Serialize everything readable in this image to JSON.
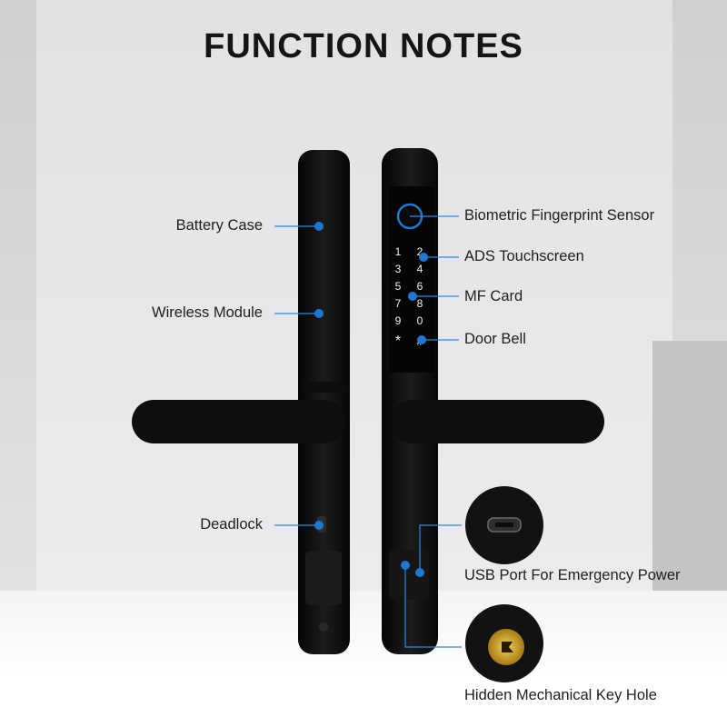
{
  "title": "FUNCTION NOTES",
  "colors": {
    "accent": "#1f77d4",
    "body": "#111111"
  },
  "left_labels": {
    "battery_case": "Battery Case",
    "wireless_module": "Wireless Module",
    "deadlock": "Deadlock"
  },
  "right_labels": {
    "fingerprint": "Biometric Fingerprint Sensor",
    "touchscreen": "ADS Touchscreen",
    "mf_card": "MF Card",
    "door_bell": "Door Bell",
    "usb_port": "USB Port For Emergency Power",
    "key_hole": "Hidden Mechanical Key Hole"
  },
  "keypad": [
    "1",
    "2",
    "3",
    "4",
    "5",
    "6",
    "7",
    "8",
    "9",
    "0",
    "*",
    "#"
  ]
}
